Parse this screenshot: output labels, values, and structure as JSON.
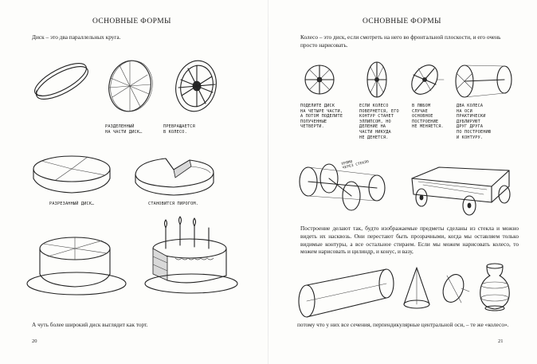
{
  "left_page": {
    "title": "ОСНОВНЫЕ ФОРМЫ",
    "intro": "Диск – это два параллельных круга.",
    "captions": {
      "cut_into_parts": "разделенный\nна части диск…",
      "turns_into_wheel": "превращается\nв колесо.",
      "cut_disk": "разрезанный диск…",
      "becomes_pie": "становится пирогом."
    },
    "bottom_text": "А чуть более широкий диск выглядит как торт.",
    "page_number": "20"
  },
  "right_page": {
    "title": "ОСНОВНЫЕ ФОРМЫ",
    "intro": "Колесо – это диск, если смотреть на него во фронтальной плоскости, и его очень просто нарисовать.",
    "captions": {
      "divide_disk": "поделите диск\nна четыре части,\nа потом поделите\nполученные\nчетверти.",
      "if_wheel_turns": "если колесо\nповернется, его\nконтур станет\nэллипсом, но\nделение на\nчасти никуда\nне денется.",
      "in_any_case": "в любом\nслучае\nосновное\nпостроение\nне меняется.",
      "two_wheels": "два колеса\nна оси\nпрактически\nдублируют\nдруг друга\nпо построению\nи контуру.",
      "through_glass": "прямо\nчерез стекло"
    },
    "paragraph": "Построение делают так, будто изображаемые предметы сделаны из стекла и можно видеть их насквозь. Они перестают быть прозрачными, когда мы оставляем только видимые контуры, а все остальное стираем. Если мы можем нарисовать колесо, то можем нарисовать и цилиндр, и конус, и вазу,",
    "bottom_text": "потому что у них все сечения, перпендикулярные центральной оси, – те же «колесо».",
    "page_number": "21"
  }
}
